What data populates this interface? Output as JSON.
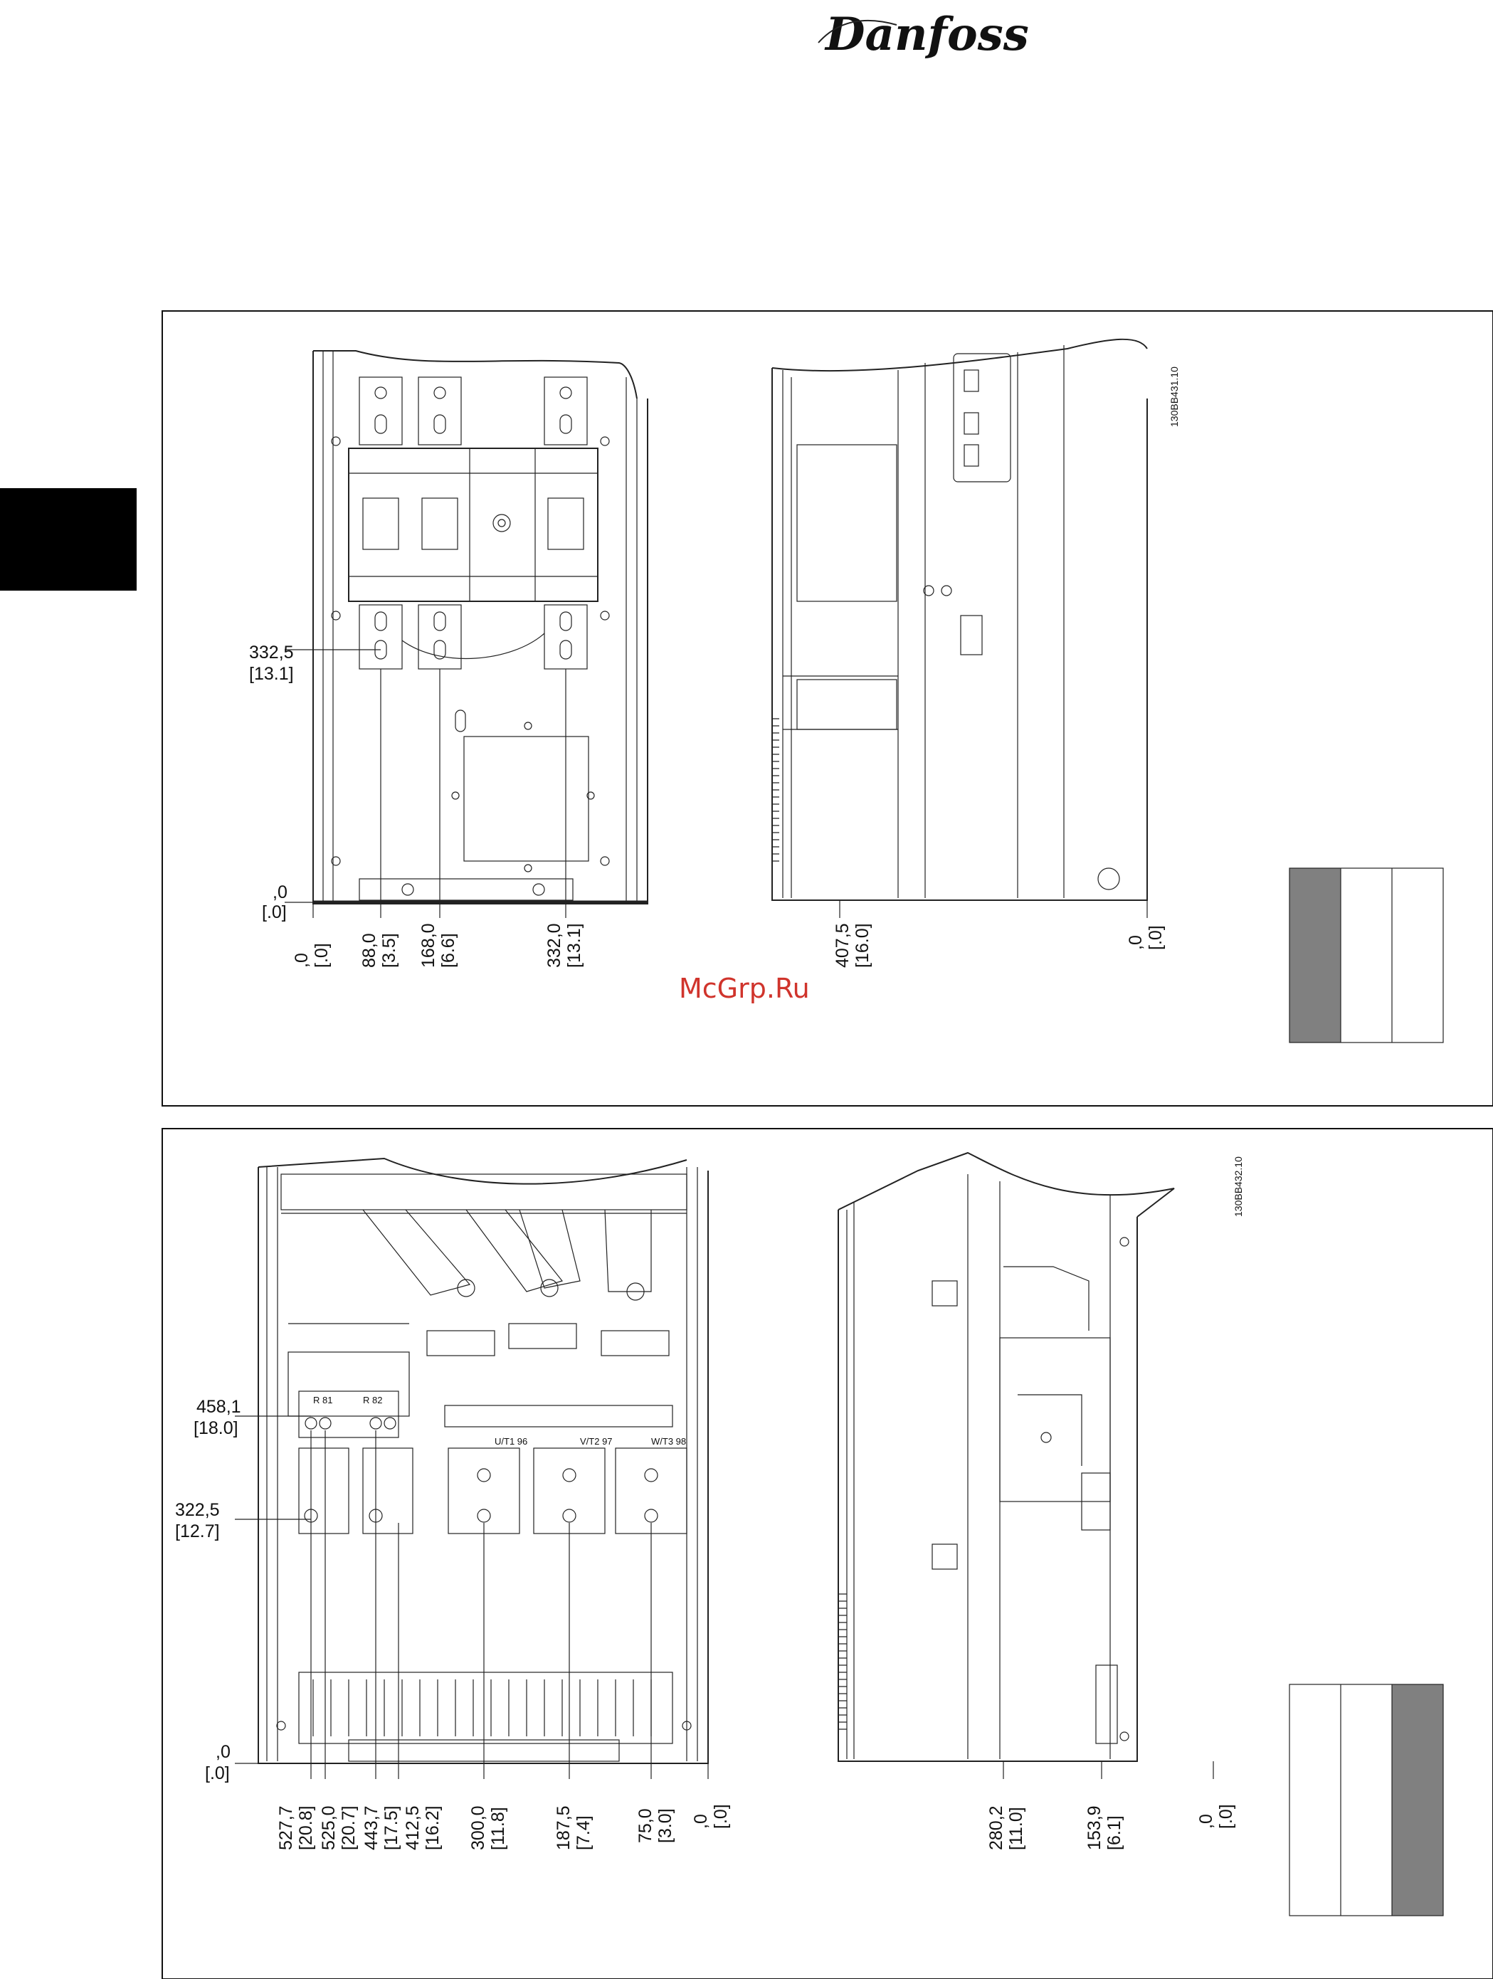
{
  "logo": {
    "text": "Danfoss"
  },
  "watermark": {
    "text": "McGrp.Ru"
  },
  "colors": {
    "legend_active": "#808080",
    "frame": "#111111",
    "section_tab": "#000000"
  },
  "figure_top": {
    "code": "130BB431.10",
    "front_dims": [
      {
        "value": "332,5",
        "inch": "[13.1]"
      },
      {
        "value": ",0",
        "inch": "[.0]"
      },
      {
        "value": ",0",
        "inch": "[.0]"
      },
      {
        "value": "88,0",
        "inch": "[3.5]"
      },
      {
        "value": "168,0",
        "inch": "[6.6]"
      },
      {
        "value": "332,0",
        "inch": "[13.1]"
      }
    ],
    "side_dims": [
      {
        "value": "407,5",
        "inch": "[16.0]"
      },
      {
        "value": ",0",
        "inch": "[.0]"
      }
    ]
  },
  "figure_bottom": {
    "code": "130BB432.10",
    "terminal_labels": [
      "U/T1 96",
      "V/T2 97",
      "W/T3 98",
      "R 81",
      "R 82"
    ],
    "front_dims": [
      {
        "value": "458,1",
        "inch": "[18.0]"
      },
      {
        "value": "322,5",
        "inch": "[12.7]"
      },
      {
        "value": ",0",
        "inch": "[.0]"
      },
      {
        "value": "527,7",
        "inch": "[20.8]"
      },
      {
        "value": "525,0",
        "inch": "[20.7]"
      },
      {
        "value": "443,7",
        "inch": "[17.5]"
      },
      {
        "value": "412,5",
        "inch": "[16.2]"
      },
      {
        "value": "300,0",
        "inch": "[11.8]"
      },
      {
        "value": "187,5",
        "inch": "[7.4]"
      },
      {
        "value": "75,0",
        "inch": "[3.0]"
      },
      {
        "value": ",0",
        "inch": "[.0]"
      }
    ],
    "side_dims": [
      {
        "value": "280,2",
        "inch": "[11.0]"
      },
      {
        "value": "153,9",
        "inch": "[6.1]"
      },
      {
        "value": ",0",
        "inch": "[.0]"
      }
    ]
  }
}
